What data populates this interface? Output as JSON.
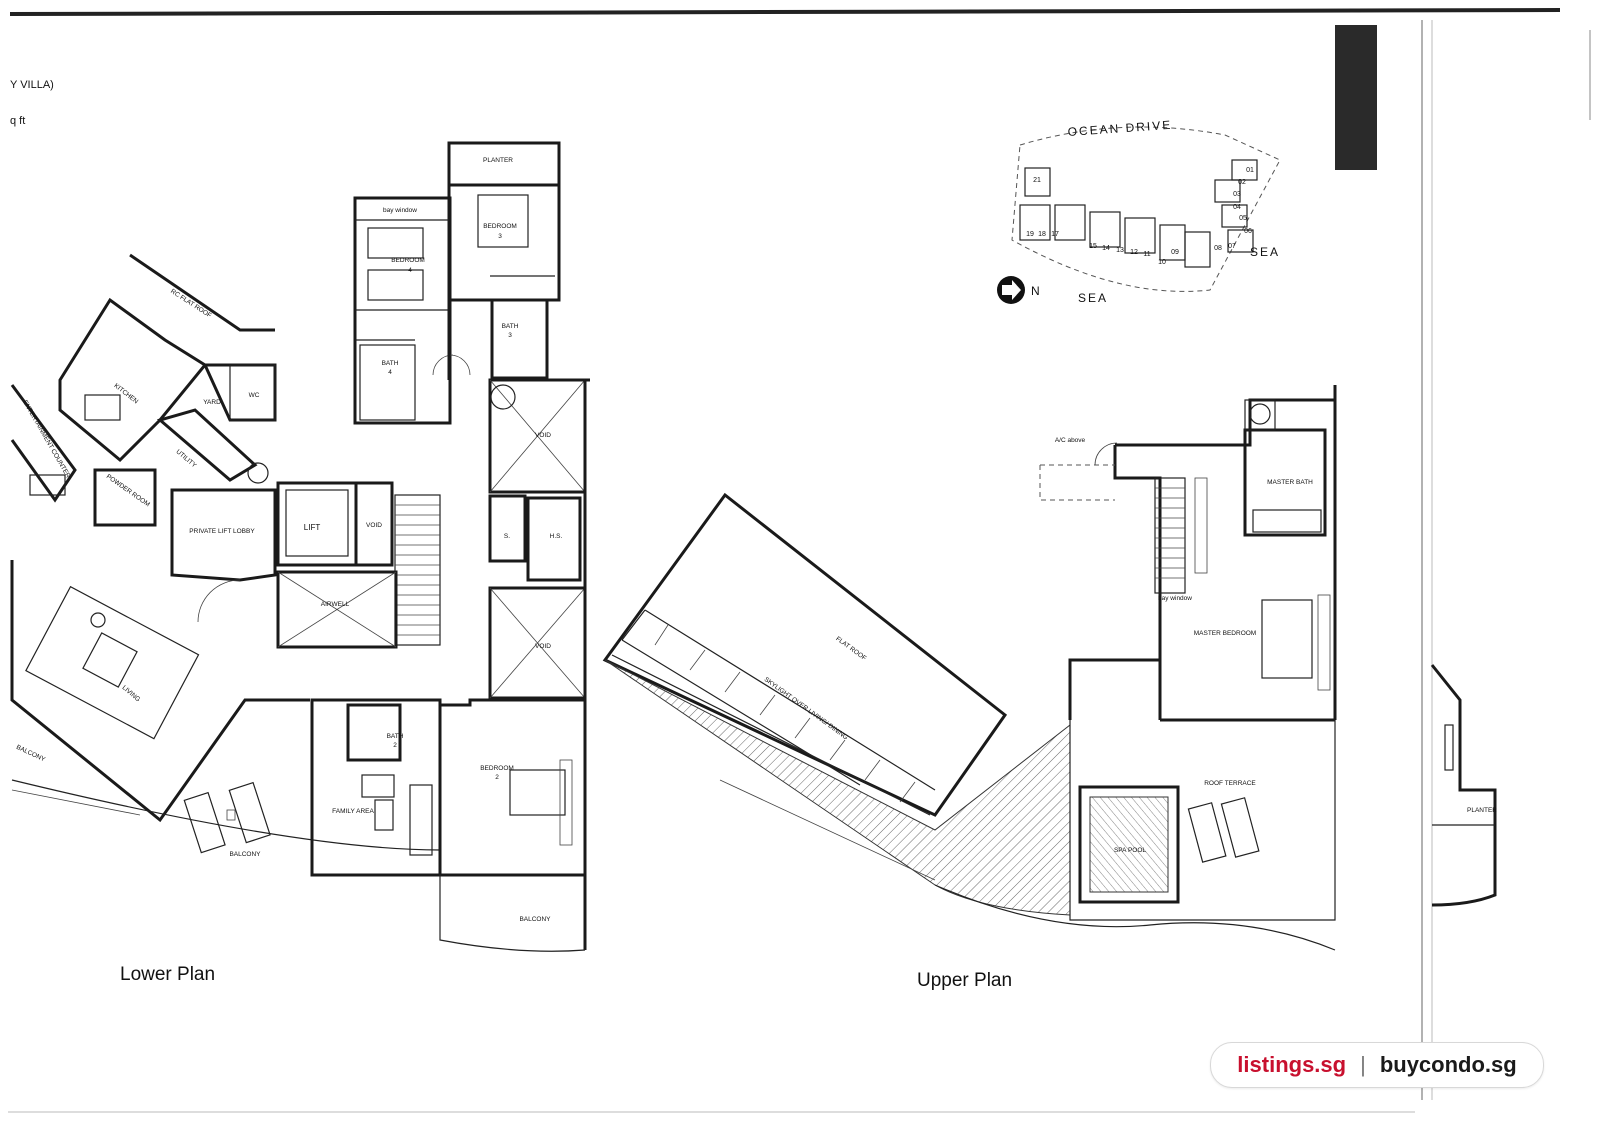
{
  "edge_text": {
    "villa": "Y VILLA)",
    "area": "q ft"
  },
  "plan_titles": {
    "lower": "Lower Plan",
    "upper": "Upper Plan"
  },
  "key_plan": {
    "road": "OCEAN DRIVE",
    "sea_east": "SEA",
    "sea_south": "SEA",
    "north": "N",
    "units": [
      "21",
      "19",
      "18",
      "17",
      "15",
      "14",
      "13",
      "12",
      "11",
      "10",
      "09",
      "08",
      "07",
      "06",
      "05",
      "03",
      "02",
      "01",
      "04"
    ]
  },
  "lower_rooms": {
    "planter": "PLANTER",
    "bay_window": "bay window",
    "bedroom3": "BEDROOM",
    "bedroom3_no": "3",
    "bedroom4": "BEDROOM",
    "bedroom4_no": "4",
    "bath3": "BATH",
    "bath3_no": "3",
    "bath4": "BATH",
    "bath4_no": "4",
    "rc_flat_roof": "RC FLAT ROOF",
    "kitchen": "KITCHEN",
    "yard": "YARD",
    "wc": "WC",
    "utility": "UTILITY",
    "powder_room": "POWDER ROOM",
    "entertainment_counter": "ENTERTAINMENT COUNTER",
    "private_lift_lobby": "PRIVATE LIFT LOBBY",
    "lift": "LIFT",
    "void1": "VOID",
    "void2": "VOID",
    "void3": "VOID",
    "store": "S.",
    "hs": "H.S.",
    "airwell": "AIRWELL",
    "living": "LIVING",
    "balcony_left": "BALCONY",
    "bath2": "BATH",
    "bath2_no": "2",
    "family_area": "FAMILY AREA",
    "bedroom2": "BEDROOM",
    "bedroom2_no": "2",
    "balcony_mid": "BALCONY",
    "balcony_right": "BALCONY"
  },
  "upper_rooms": {
    "ac_above": "A/C above",
    "master_bath": "MASTER BATH",
    "bay_window": "bay window",
    "master_bedroom": "MASTER BEDROOM",
    "flat_roof": "FLAT ROOF",
    "skylight": "SKYLIGHT OVER LIVING/ DINING",
    "roof_terrace": "ROOF TERRACE",
    "spa_pool": "SPA POOL",
    "planter": "PLANTER"
  },
  "watermark": {
    "brand_a": "listings.sg",
    "separator": "|",
    "brand_b": "buycondo.sg"
  },
  "colors": {
    "brand_red": "#c8102e",
    "ink": "#1a1a1a"
  }
}
